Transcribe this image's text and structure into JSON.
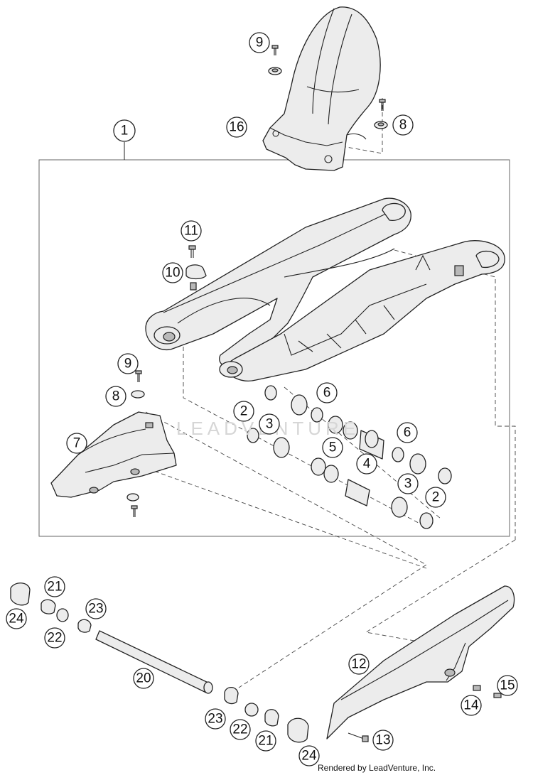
{
  "diagram": {
    "watermark_text": "LEADVENTURE",
    "credit_text": "Rendered by LeadVenture, Inc.",
    "callouts": [
      {
        "id": "c1",
        "label": "1"
      },
      {
        "id": "c9a",
        "label": "9"
      },
      {
        "id": "c16",
        "label": "16"
      },
      {
        "id": "c8a",
        "label": "8"
      },
      {
        "id": "c11",
        "label": "11"
      },
      {
        "id": "c10",
        "label": "10"
      },
      {
        "id": "c9b",
        "label": "9"
      },
      {
        "id": "c8b",
        "label": "8"
      },
      {
        "id": "c7",
        "label": "7"
      },
      {
        "id": "c6a",
        "label": "6"
      },
      {
        "id": "c2a",
        "label": "2"
      },
      {
        "id": "c3a",
        "label": "3"
      },
      {
        "id": "c5",
        "label": "5"
      },
      {
        "id": "c4",
        "label": "4"
      },
      {
        "id": "c6b",
        "label": "6"
      },
      {
        "id": "c3b",
        "label": "3"
      },
      {
        "id": "c2b",
        "label": "2"
      },
      {
        "id": "c21a",
        "label": "21"
      },
      {
        "id": "c24a",
        "label": "24"
      },
      {
        "id": "c22a",
        "label": "22"
      },
      {
        "id": "c23a",
        "label": "23"
      },
      {
        "id": "c20",
        "label": "20"
      },
      {
        "id": "c12",
        "label": "12"
      },
      {
        "id": "c15",
        "label": "15"
      },
      {
        "id": "c14",
        "label": "14"
      },
      {
        "id": "c13",
        "label": "13"
      },
      {
        "id": "c23b",
        "label": "23"
      },
      {
        "id": "c22b",
        "label": "22"
      },
      {
        "id": "c21b",
        "label": "21"
      },
      {
        "id": "c24b",
        "label": "24"
      }
    ]
  }
}
